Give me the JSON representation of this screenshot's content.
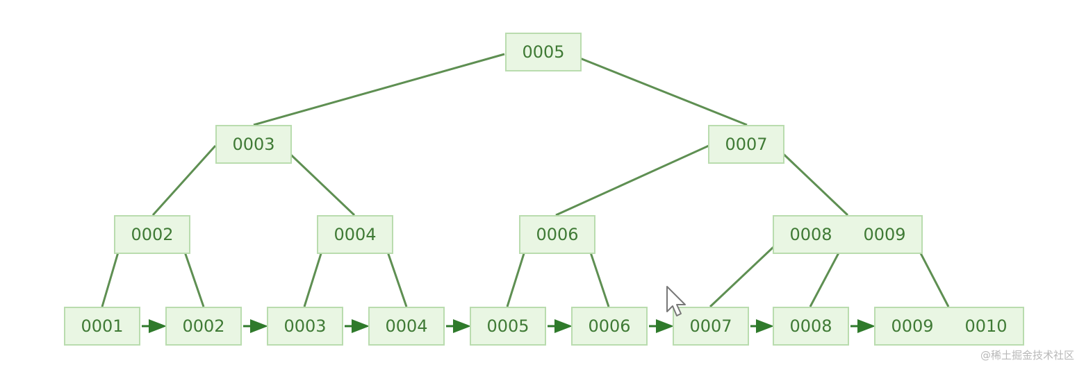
{
  "colors": {
    "node_fill": "#e9f6e3",
    "node_border": "#b9dcae",
    "text": "#3f7a35",
    "edge": "#5e8f52",
    "arrow": "#2f7a2b"
  },
  "tree": {
    "root": {
      "keys": [
        "0005"
      ]
    },
    "level1": [
      {
        "keys": [
          "0003"
        ]
      },
      {
        "keys": [
          "0007"
        ]
      }
    ],
    "level2": [
      {
        "keys": [
          "0002"
        ]
      },
      {
        "keys": [
          "0004"
        ]
      },
      {
        "keys": [
          "0006"
        ]
      },
      {
        "keys": [
          "0008",
          "0009"
        ]
      }
    ],
    "leaves": [
      {
        "keys": [
          "0001"
        ]
      },
      {
        "keys": [
          "0002"
        ]
      },
      {
        "keys": [
          "0003"
        ]
      },
      {
        "keys": [
          "0004"
        ]
      },
      {
        "keys": [
          "0005"
        ]
      },
      {
        "keys": [
          "0006"
        ]
      },
      {
        "keys": [
          "0007"
        ]
      },
      {
        "keys": [
          "0008"
        ]
      },
      {
        "keys": [
          "0009",
          "0010"
        ]
      }
    ]
  },
  "cursor_icon": "arrow-cursor-icon",
  "watermark": "@稀土掘金技术社区"
}
